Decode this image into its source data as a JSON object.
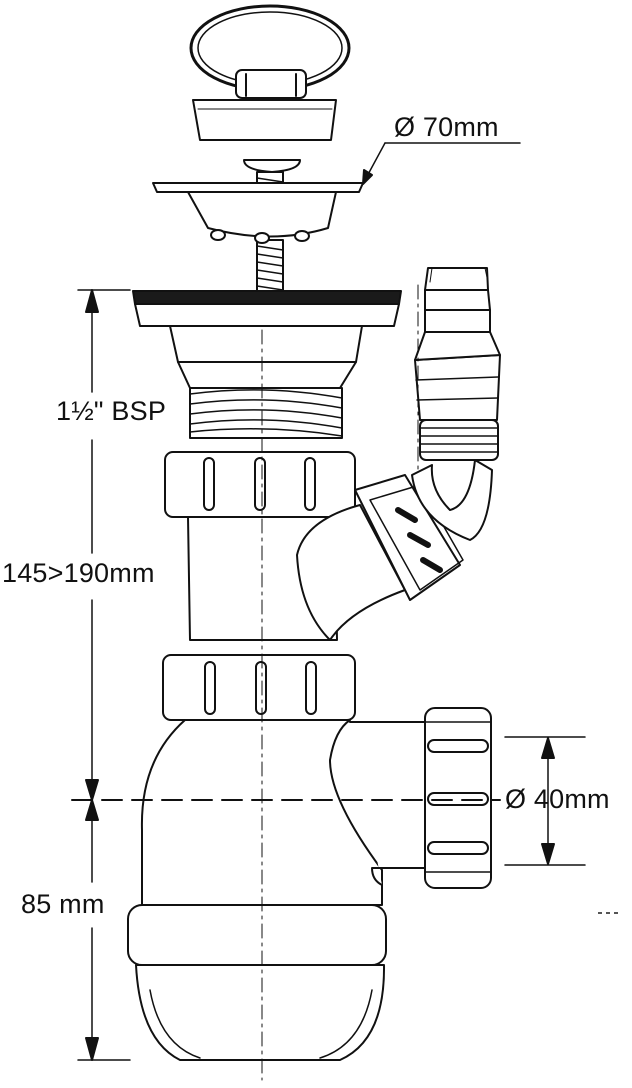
{
  "labels": {
    "strainer_diameter": "Ø 70mm",
    "thread": "1½\" BSP",
    "height_range": "145>190mm",
    "outlet_diameter": "Ø 40mm",
    "seal_depth": "85 mm"
  },
  "colors": {
    "ink": "#111111",
    "paper": "#ffffff",
    "gasket": "#1a1a1a"
  }
}
